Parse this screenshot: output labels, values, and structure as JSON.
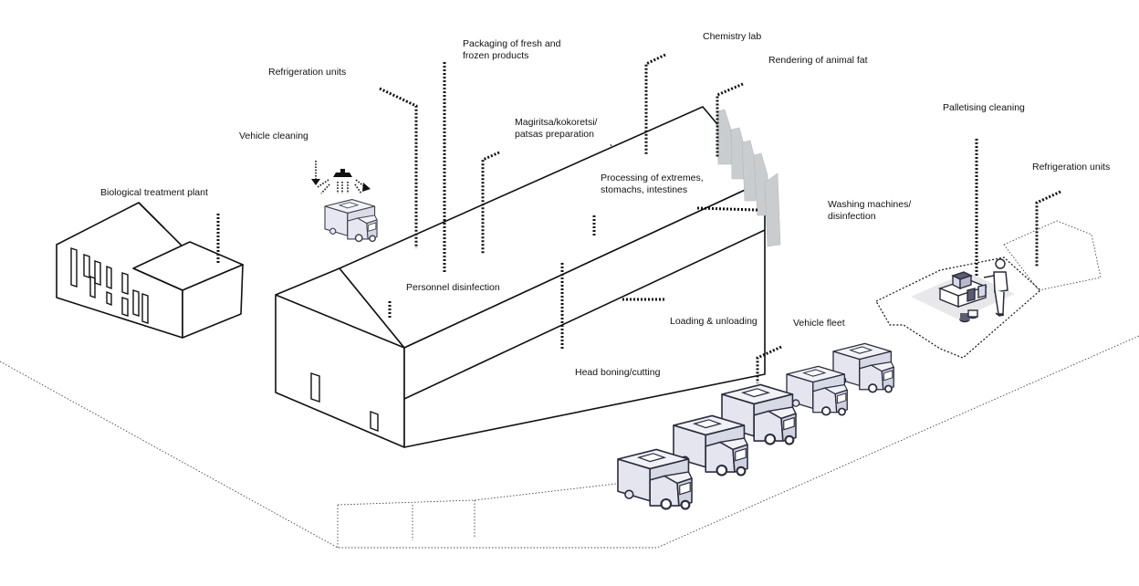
{
  "diagram": {
    "labels": {
      "biological_treatment_plant": [
        "Biological treatment plant"
      ],
      "vehicle_cleaning": [
        "Vehicle cleaning"
      ],
      "refrigeration_units_left": [
        "Refrigeration units"
      ],
      "packaging": [
        "Packaging of fresh and",
        "frozen products"
      ],
      "magiritsa": [
        "Magiritsa/kokoretsi/",
        "patsas preparation"
      ],
      "chemistry_lab": [
        "Chemistry lab"
      ],
      "rendering": [
        "Rendering of animal fat"
      ],
      "processing": [
        "Processing of extremes,",
        "stomachs, intestines"
      ],
      "washing_machines": [
        "Washing machines/",
        "disinfection"
      ],
      "personnel_disinfection": [
        "Personnel disinfection"
      ],
      "loading_unloading": [
        "Loading & unloading"
      ],
      "head_boning": [
        "Head boning/cutting"
      ],
      "vehicle_fleet": [
        "Vehicle fleet"
      ],
      "palletising_cleaning": [
        "Palletising cleaning"
      ],
      "refrigeration_units_right": [
        "Refrigeration units"
      ]
    },
    "colors": {
      "line": "#111111",
      "truck_fill": "#e4e5ef",
      "truck_stroke": "#2a2c3c",
      "chimney": "#c9cdd0"
    },
    "icons": [
      "building-icon",
      "truck-icon",
      "shower-icon",
      "chimney-icon",
      "worker-icon",
      "pallet-icon"
    ]
  }
}
